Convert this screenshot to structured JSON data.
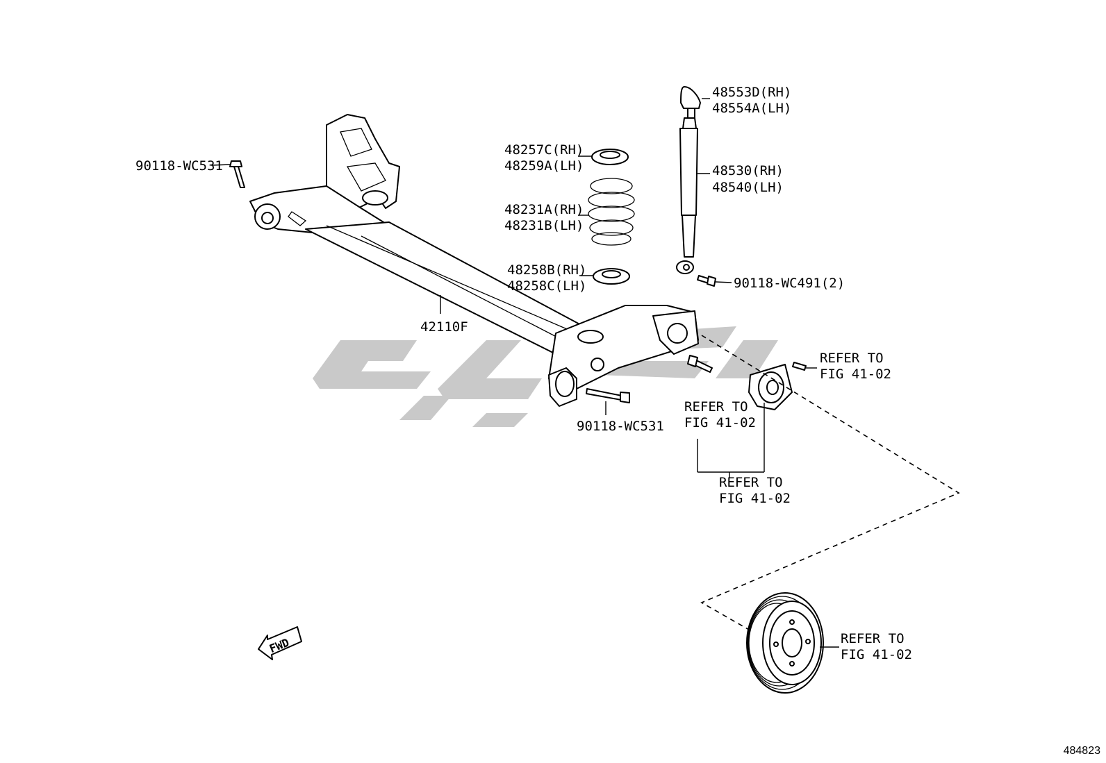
{
  "parts": {
    "bolt_left": "90118-WC531",
    "bumper_rh": "48553D(RH)",
    "bumper_lh": "48554A(LH)",
    "upper_seat_rh": "48257C(RH)",
    "upper_seat_lh": "48259A(LH)",
    "shock_rh": "48530(RH)",
    "shock_lh": "48540(LH)",
    "spring_rh": "48231A(RH)",
    "spring_lh": "48231B(LH)",
    "lower_seat_rh": "48258B(RH)",
    "lower_seat_lh": "48258C(LH)",
    "shock_bolt": "90118-WC491(2)",
    "axle_beam": "42110F",
    "bolt_right": "90118-WC531"
  },
  "refers": [
    {
      "line1": "REFER TO",
      "line2": "FIG 41-02"
    },
    {
      "line1": "REFER TO",
      "line2": "FIG 41-02"
    },
    {
      "line1": "REFER TO",
      "line2": "FIG 41-02"
    },
    {
      "line1": "REFER TO",
      "line2": "FIG 41-02"
    }
  ],
  "fwd_label": "FWD",
  "figure_id": "484823",
  "colors": {
    "line": "#000000",
    "watermark": "#c9c9c9",
    "background": "#ffffff"
  }
}
